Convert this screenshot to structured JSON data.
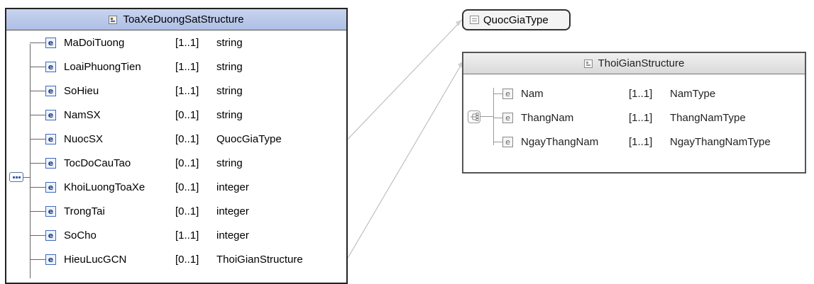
{
  "main_structure": {
    "title": "ToaXeDuongSatStructure",
    "elements": [
      {
        "name": "MaDoiTuong",
        "multiplicity": "[1..1]",
        "type": "string"
      },
      {
        "name": "LoaiPhuongTien",
        "multiplicity": "[1..1]",
        "type": "string"
      },
      {
        "name": "SoHieu",
        "multiplicity": "[1..1]",
        "type": "string"
      },
      {
        "name": "NamSX",
        "multiplicity": "[0..1]",
        "type": "string"
      },
      {
        "name": "NuocSX",
        "multiplicity": "[0..1]",
        "type": "QuocGiaType"
      },
      {
        "name": "TocDoCauTao",
        "multiplicity": "[0..1]",
        "type": "string"
      },
      {
        "name": "KhoiLuongToaXe",
        "multiplicity": "[0..1]",
        "type": "integer"
      },
      {
        "name": "TrongTai",
        "multiplicity": "[0..1]",
        "type": "integer"
      },
      {
        "name": "SoCho",
        "multiplicity": "[1..1]",
        "type": "integer"
      },
      {
        "name": "HieuLucGCN",
        "multiplicity": "[0..1]",
        "type": "ThoiGianStructure"
      }
    ]
  },
  "simple_type": {
    "title": "QuocGiaType"
  },
  "time_structure": {
    "title": "ThoiGianStructure",
    "elements": [
      {
        "name": "Nam",
        "multiplicity": "[1..1]",
        "type": "NamType"
      },
      {
        "name": "ThangNam",
        "multiplicity": "[1..1]",
        "type": "ThangNamType"
      },
      {
        "name": "NgayThangNam",
        "multiplicity": "[1..1]",
        "type": "NgayThangNamType"
      }
    ]
  },
  "element_icon_letter": "e",
  "colors": {
    "main_header": "#aebfe6",
    "element_icon_border": "#3f6bb8",
    "connector": "#a0a0a0"
  }
}
